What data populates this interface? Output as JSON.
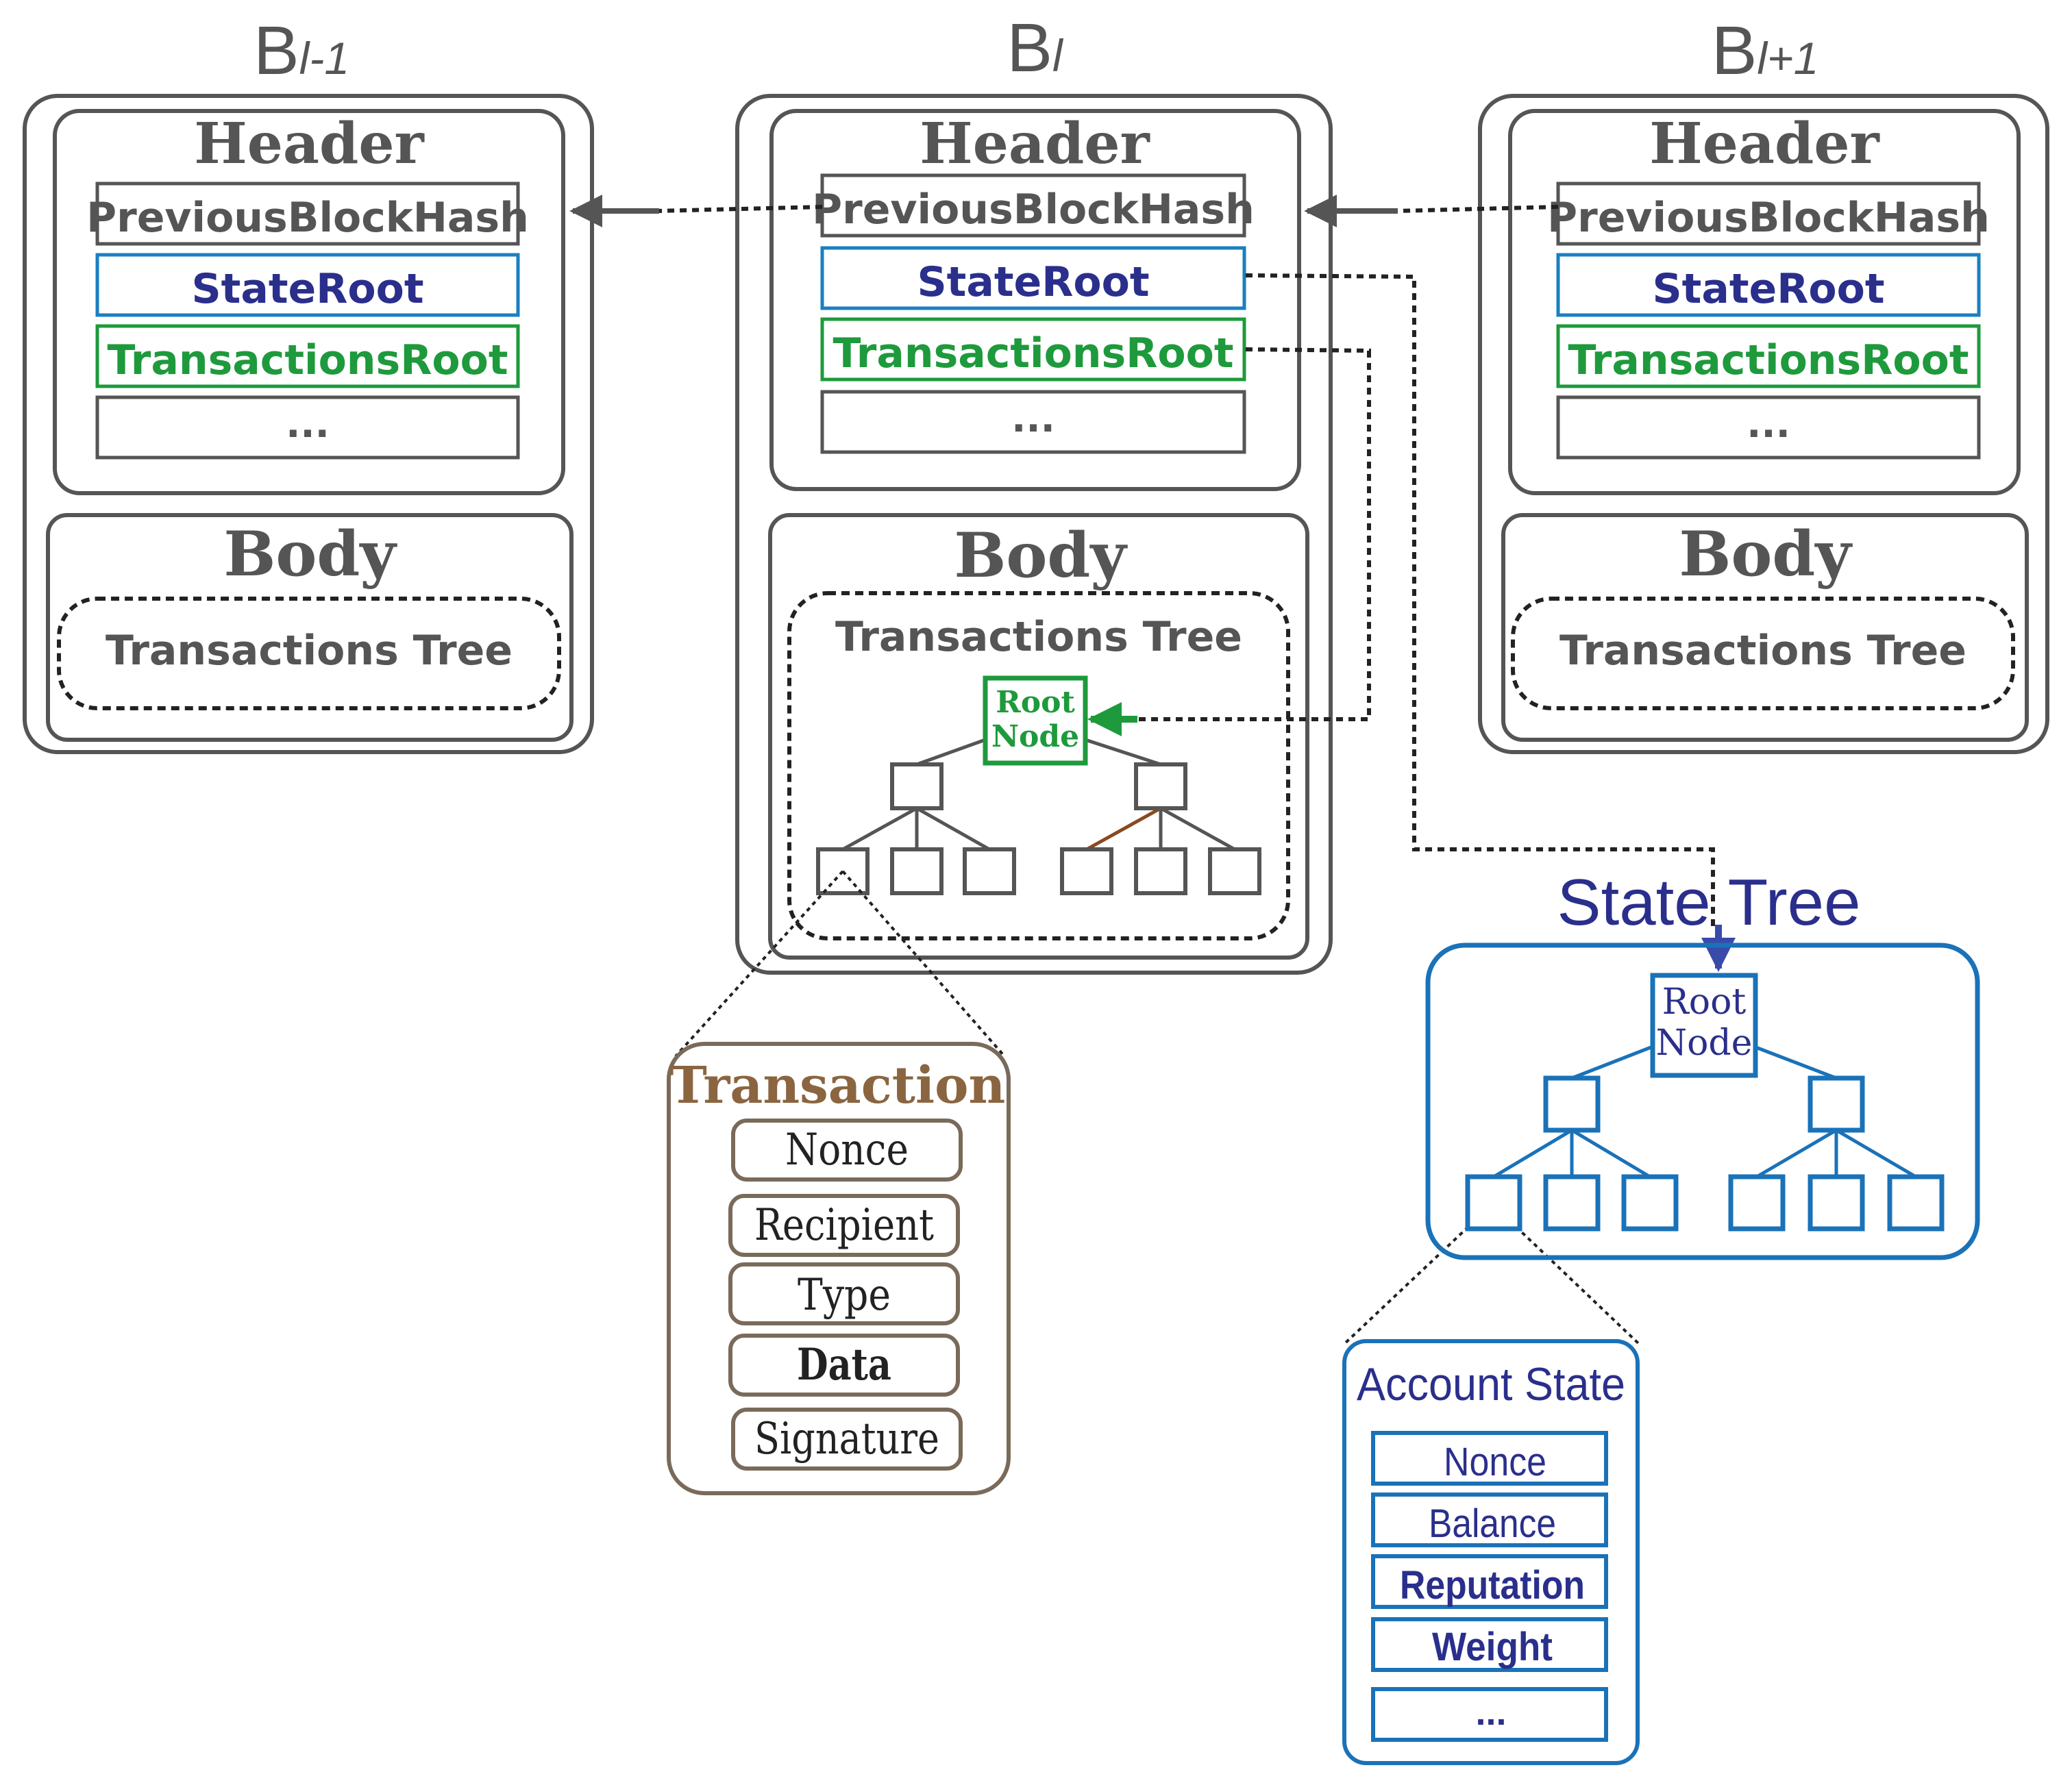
{
  "blocks": [
    {
      "label_base": "B",
      "label_sub": "l-1",
      "header": "Header",
      "fields": [
        "PreviousBlockHash",
        "StateRoot",
        "TransactionsRoot",
        "..."
      ],
      "body": "Body",
      "tree": "Transactions Tree"
    },
    {
      "label_base": "B",
      "label_sub": "l",
      "header": "Header",
      "fields": [
        "PreviousBlockHash",
        "StateRoot",
        "TransactionsRoot",
        "..."
      ],
      "body": "Body",
      "tree": "Transactions Tree",
      "root_line1": "Root",
      "root_line2": "Node"
    },
    {
      "label_base": "B",
      "label_sub": "l+1",
      "header": "Header",
      "fields": [
        "PreviousBlockHash",
        "StateRoot",
        "TransactionsRoot",
        "..."
      ],
      "body": "Body",
      "tree": "Transactions Tree"
    }
  ],
  "state_tree": {
    "title": "State Tree",
    "root_line1": "Root",
    "root_line2": "Node"
  },
  "transaction": {
    "title": "Transaction",
    "fields": [
      "Nonce",
      "Recipient",
      "Type",
      "Data",
      "Signature"
    ]
  },
  "account_state": {
    "title": "Account State",
    "fields": [
      "Nonce",
      "Balance",
      "Reputation",
      "Weight",
      "..."
    ]
  },
  "colors": {
    "gray": "#555555",
    "blue": "#2a2f8c",
    "stateroot_border": "#1a7fc1",
    "green": "#1e9a3c",
    "tree_blue": "#1a72b8",
    "brown": "#8a6540",
    "black": "#222222"
  }
}
